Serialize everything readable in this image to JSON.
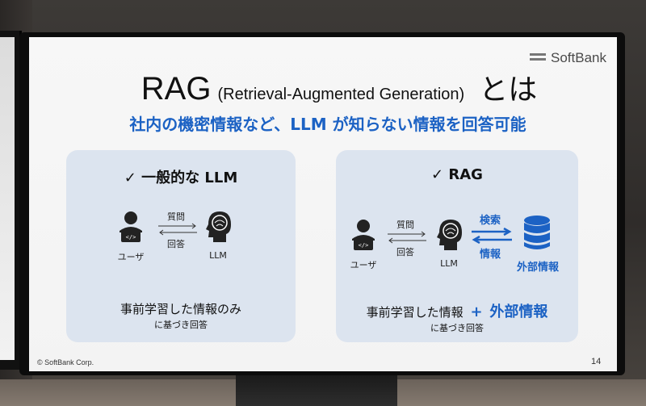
{
  "slide": {
    "title_main": "RAG",
    "title_paren": "(Retrieval-Augmented Generation)",
    "title_suffix": "とは",
    "brand": "SoftBank",
    "subtitle": "社内の機密情報など、LLM が知らない情報を回答可能",
    "footer": "© SoftBank Corp.",
    "page_number": "14"
  },
  "left_panel": {
    "heading": "✓ 一般的な LLM",
    "user_label": "ユーザ",
    "llm_label": "LLM",
    "question_label": "質問",
    "answer_label": "回答",
    "bottom_line1": "事前学習した情報のみ",
    "bottom_line2": "に基づき回答"
  },
  "right_panel": {
    "heading": "✓ RAG",
    "user_label": "ユーザ",
    "llm_label": "LLM",
    "question_label": "質問",
    "answer_label": "回答",
    "search_label": "検索",
    "info_label": "情報",
    "external_label": "外部情報",
    "bottom_line1_a": "事前学習した情報",
    "bottom_line1_plus": "+",
    "bottom_line1_b": "外部情報",
    "bottom_line2": "に基づき回答"
  },
  "colors": {
    "accent": "#1c62c4",
    "panel": "#dce4ef"
  },
  "icons": [
    "user-laptop-icon",
    "brain-head-icon",
    "database-icon",
    "checkmark-icon"
  ]
}
